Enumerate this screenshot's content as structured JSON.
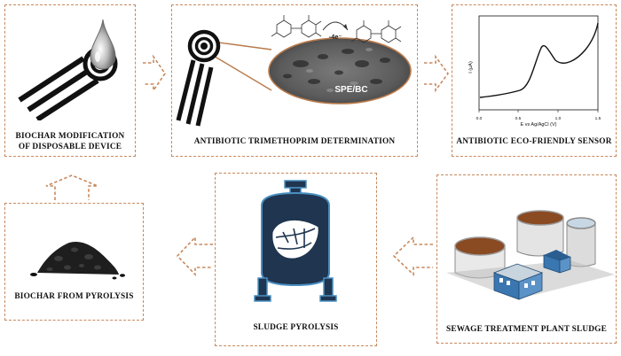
{
  "panels": {
    "biochar_modification": {
      "label_line1": "BIOCHAR MODIFICATION",
      "label_line2": "OF DISPOSABLE DEVICE"
    },
    "trimethoprim": {
      "label": "ANTIBIOTIC TRIMETHOPRIM DETERMINATION",
      "electron_label": "-4e⁻",
      "sem_label": "SPE/BC"
    },
    "eco_sensor": {
      "label": "ANTIBIOTIC ECO-FRIENDLY SENSOR",
      "y_axis_label": "I (µA)",
      "x_axis_label": "E vs Ag/AgCl (V)",
      "x_ticks": [
        "0.0",
        "0.5",
        "1.0",
        "1.5"
      ]
    },
    "biochar_pyrolysis": {
      "label": "BIOCHAR FROM PYROLYSIS"
    },
    "sludge_pyrolysis": {
      "label": "SLUDGE PYROLYSIS"
    },
    "sewage_sludge": {
      "label": "SEWAGE TREATMENT PLANT SLUDGE"
    }
  },
  "colors": {
    "dashed_border": "#c8895e",
    "arrow": "#c8895e",
    "sensor": "#111111",
    "reactor": "#1f3550",
    "reactor_outline": "#4a8fc0",
    "tank_top": "#8a4a22",
    "building": "#3a76b0"
  },
  "icons": [
    "disposable-electrode-icon",
    "droplet-icon",
    "molecule-icon",
    "sem-micrograph-icon",
    "voltammogram-icon",
    "biochar-pile-icon",
    "pyrolysis-reactor-icon",
    "treatment-plant-icon"
  ]
}
